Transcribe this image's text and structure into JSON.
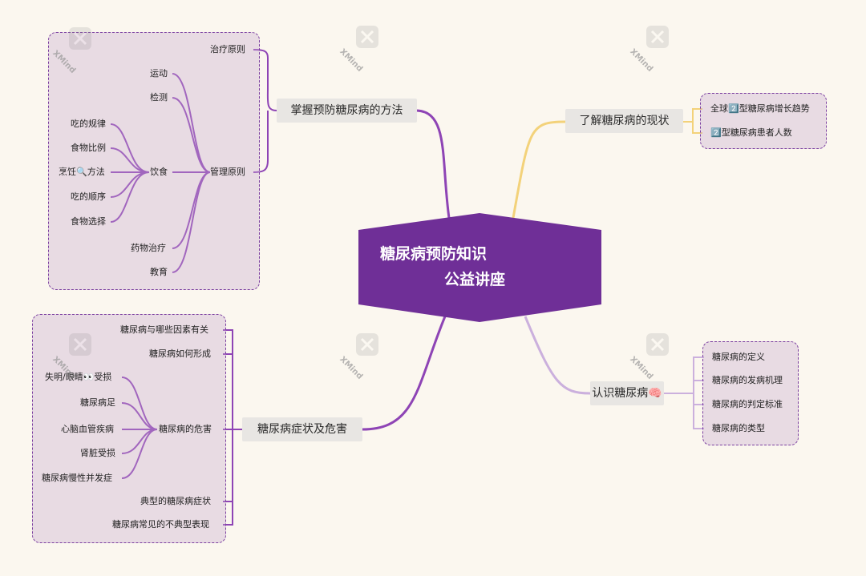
{
  "center": {
    "line1": "糖尿病预防知识",
    "line2": "公益讲座"
  },
  "watermark": "XMind",
  "branches": {
    "methods": {
      "label": "掌握预防糖尿病的方法",
      "principles": {
        "treatment": "治疗原则",
        "management": "管理原则"
      },
      "management_items": {
        "exercise": "运动",
        "monitoring": "检测",
        "diet": "饮食",
        "medication": "药物治疗",
        "education": "教育"
      },
      "diet_items": [
        "吃的规律",
        "食物比例",
        "烹饪🔍方法",
        "吃的顺序",
        "食物选择"
      ]
    },
    "status": {
      "label": "了解糖尿病的现状",
      "items": [
        "全球2️⃣型糖尿病增长趋势",
        "2️⃣型糖尿病患者人数"
      ]
    },
    "symptoms": {
      "label": "糖尿病症状及危害",
      "items": {
        "factors": "糖尿病与哪些因素有关",
        "formation": "糖尿病如何形成",
        "harm": "糖尿病的危害",
        "typical": "典型的糖尿病症状",
        "atypical": "糖尿病常见的不典型表现"
      },
      "harm_items": [
        "失明/眼睛👀受损",
        "糖尿病足",
        "心脑血管疾病",
        "肾脏受损",
        "糖尿病慢性并发症"
      ]
    },
    "understand": {
      "label": "认识糖尿病🧠",
      "items": [
        "糖尿病的定义",
        "糖尿病的发病机理",
        "糖尿病的判定标准",
        "糖尿病的类型"
      ]
    }
  },
  "colors": {
    "center_fill": "#6f2f97",
    "branch_purple": "#8e44b5",
    "branch_yellow": "#f3d27a",
    "branch_light": "#cbb0dd",
    "group_border": "#7b3fa0"
  }
}
